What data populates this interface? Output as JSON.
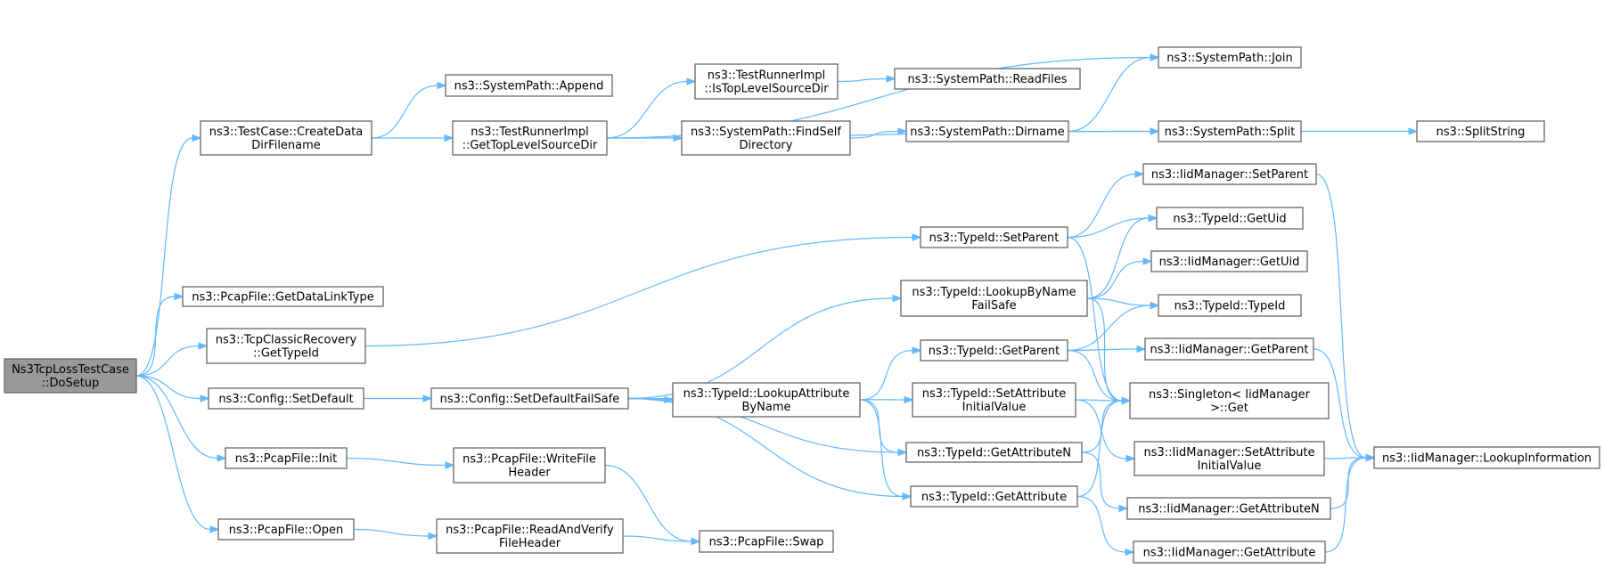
{
  "graph": {
    "colors": {
      "edge": "#63b8ff",
      "root_fill": "#999999",
      "node_fill": "#ffffff",
      "border": "#666666"
    },
    "nodes": [
      {
        "id": "root",
        "lines": [
          "Ns3TcpLossTestCase",
          "::DoSetup"
        ],
        "root": true
      },
      {
        "id": "createData",
        "lines": [
          "ns3::TestCase::CreateData",
          "DirFilename"
        ]
      },
      {
        "id": "getDataLink",
        "lines": [
          "ns3::PcapFile::GetDataLinkType"
        ]
      },
      {
        "id": "tcpClassic",
        "lines": [
          "ns3::TcpClassicRecovery",
          "::GetTypeId"
        ]
      },
      {
        "id": "setDefault",
        "lines": [
          "ns3::Config::SetDefault"
        ]
      },
      {
        "id": "pcapInit",
        "lines": [
          "ns3::PcapFile::Init"
        ]
      },
      {
        "id": "pcapOpen",
        "lines": [
          "ns3::PcapFile::Open"
        ]
      },
      {
        "id": "spAppend",
        "lines": [
          "ns3::SystemPath::Append"
        ]
      },
      {
        "id": "getTopLevel",
        "lines": [
          "ns3::TestRunnerImpl",
          "::GetTopLevelSourceDir"
        ]
      },
      {
        "id": "setDefaultFS",
        "lines": [
          "ns3::Config::SetDefaultFailSafe"
        ]
      },
      {
        "id": "writeFileHeader",
        "lines": [
          "ns3::PcapFile::WriteFile",
          "Header"
        ]
      },
      {
        "id": "readAndVerify",
        "lines": [
          "ns3::PcapFile::ReadAndVerify",
          "FileHeader"
        ]
      },
      {
        "id": "isTopLevel",
        "lines": [
          "ns3::TestRunnerImpl",
          "::IsTopLevelSourceDir"
        ]
      },
      {
        "id": "findSelf",
        "lines": [
          "ns3::SystemPath::FindSelf",
          "Directory"
        ]
      },
      {
        "id": "lookupAttrByName",
        "lines": [
          "ns3::TypeId::LookupAttribute",
          "ByName"
        ]
      },
      {
        "id": "pcapSwap",
        "lines": [
          "ns3::PcapFile::Swap"
        ]
      },
      {
        "id": "readFiles",
        "lines": [
          "ns3::SystemPath::ReadFiles"
        ]
      },
      {
        "id": "dirname",
        "lines": [
          "ns3::SystemPath::Dirname"
        ]
      },
      {
        "id": "tSetParent",
        "lines": [
          "ns3::TypeId::SetParent"
        ]
      },
      {
        "id": "lookupByNameFS",
        "lines": [
          "ns3::TypeId::LookupByName",
          "FailSafe"
        ]
      },
      {
        "id": "tGetParent",
        "lines": [
          "ns3::TypeId::GetParent"
        ]
      },
      {
        "id": "setAttrInit",
        "lines": [
          "ns3::TypeId::SetAttribute",
          "InitialValue"
        ]
      },
      {
        "id": "getAttrN",
        "lines": [
          "ns3::TypeId::GetAttributeN"
        ]
      },
      {
        "id": "getAttr",
        "lines": [
          "ns3::TypeId::GetAttribute"
        ]
      },
      {
        "id": "join",
        "lines": [
          "ns3::SystemPath::Join"
        ]
      },
      {
        "id": "split",
        "lines": [
          "ns3::SystemPath::Split"
        ]
      },
      {
        "id": "iSetParent",
        "lines": [
          "ns3::IidManager::SetParent"
        ]
      },
      {
        "id": "tGetUid",
        "lines": [
          "ns3::TypeId::GetUid"
        ]
      },
      {
        "id": "iGetUid",
        "lines": [
          "ns3::IidManager::GetUid"
        ]
      },
      {
        "id": "tTypeId",
        "lines": [
          "ns3::TypeId::TypeId"
        ]
      },
      {
        "id": "iGetParent",
        "lines": [
          "ns3::IidManager::GetParent"
        ]
      },
      {
        "id": "singletonGet",
        "lines": [
          "ns3::Singleton< IidManager",
          " >::Get"
        ]
      },
      {
        "id": "iSetAttrInit",
        "lines": [
          "ns3::IidManager::SetAttribute",
          "InitialValue"
        ]
      },
      {
        "id": "iGetAttrN",
        "lines": [
          "ns3::IidManager::GetAttributeN"
        ]
      },
      {
        "id": "iGetAttr",
        "lines": [
          "ns3::IidManager::GetAttribute"
        ]
      },
      {
        "id": "splitString",
        "lines": [
          "ns3::SplitString"
        ]
      },
      {
        "id": "lookupInfo",
        "lines": [
          "ns3::IidManager::LookupInformation"
        ]
      }
    ],
    "edges": [
      [
        "root",
        "createData"
      ],
      [
        "root",
        "getDataLink"
      ],
      [
        "root",
        "tcpClassic"
      ],
      [
        "root",
        "setDefault"
      ],
      [
        "root",
        "pcapInit"
      ],
      [
        "root",
        "pcapOpen"
      ],
      [
        "createData",
        "spAppend"
      ],
      [
        "createData",
        "getTopLevel"
      ],
      [
        "getTopLevel",
        "isTopLevel"
      ],
      [
        "getTopLevel",
        "findSelf"
      ],
      [
        "getTopLevel",
        "join"
      ],
      [
        "getTopLevel",
        "split"
      ],
      [
        "isTopLevel",
        "readFiles"
      ],
      [
        "findSelf",
        "dirname"
      ],
      [
        "dirname",
        "join"
      ],
      [
        "dirname",
        "split"
      ],
      [
        "split",
        "splitString"
      ],
      [
        "tcpClassic",
        "tSetParent"
      ],
      [
        "setDefault",
        "setDefaultFS"
      ],
      [
        "setDefaultFS",
        "lookupByNameFS"
      ],
      [
        "setDefaultFS",
        "setAttrInit"
      ],
      [
        "setDefaultFS",
        "lookupAttrByName"
      ],
      [
        "setDefaultFS",
        "getAttrN"
      ],
      [
        "setDefaultFS",
        "getAttr"
      ],
      [
        "lookupAttrByName",
        "tGetParent"
      ],
      [
        "lookupAttrByName",
        "getAttrN"
      ],
      [
        "lookupAttrByName",
        "getAttr"
      ],
      [
        "tSetParent",
        "iSetParent"
      ],
      [
        "tSetParent",
        "tGetUid"
      ],
      [
        "tSetParent",
        "singletonGet"
      ],
      [
        "lookupByNameFS",
        "tGetUid"
      ],
      [
        "lookupByNameFS",
        "iGetUid"
      ],
      [
        "lookupByNameFS",
        "tTypeId"
      ],
      [
        "lookupByNameFS",
        "singletonGet"
      ],
      [
        "tGetParent",
        "tTypeId"
      ],
      [
        "tGetParent",
        "iGetParent"
      ],
      [
        "tGetParent",
        "singletonGet"
      ],
      [
        "setAttrInit",
        "singletonGet"
      ],
      [
        "setAttrInit",
        "iSetAttrInit"
      ],
      [
        "getAttrN",
        "singletonGet"
      ],
      [
        "getAttrN",
        "iGetAttrN"
      ],
      [
        "getAttr",
        "singletonGet"
      ],
      [
        "getAttr",
        "iGetAttr"
      ],
      [
        "iSetParent",
        "lookupInfo"
      ],
      [
        "iGetParent",
        "lookupInfo"
      ],
      [
        "iSetAttrInit",
        "lookupInfo"
      ],
      [
        "iGetAttrN",
        "lookupInfo"
      ],
      [
        "iGetAttr",
        "lookupInfo"
      ],
      [
        "pcapInit",
        "writeFileHeader"
      ],
      [
        "writeFileHeader",
        "pcapSwap"
      ],
      [
        "pcapOpen",
        "readAndVerify"
      ],
      [
        "readAndVerify",
        "pcapSwap"
      ]
    ]
  }
}
